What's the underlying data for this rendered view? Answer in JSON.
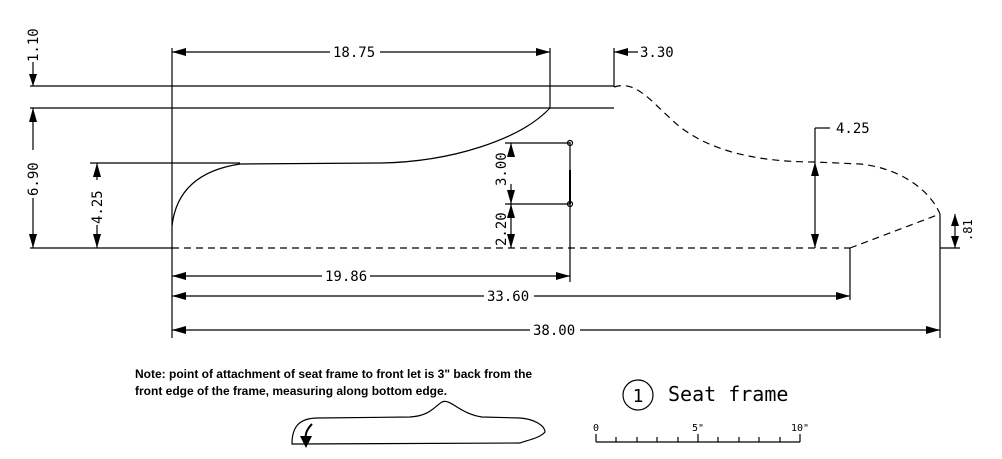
{
  "dimensions": {
    "top_1875": "18.75",
    "top_330": "3.30",
    "left_110": "1.10",
    "left_690": "6.90",
    "left_425": "4.25",
    "mid_300": "3.00",
    "mid_220": "2.20",
    "right_425": "4.25",
    "right_81": ".81",
    "bottom_1986": "19.86",
    "bottom_3360": "33.60",
    "bottom_3800": "38.00"
  },
  "note": {
    "line1": "Note: point of attachment of seat frame to front let is 3\" back from the",
    "line2": "front edge of the frame, measuring along bottom edge."
  },
  "title_block": {
    "number": "1",
    "title": "Seat frame"
  },
  "scale_bar": {
    "labels": [
      "0",
      "5\"",
      "10\""
    ]
  },
  "colors": {
    "ink": "#000000",
    "paper": "#ffffff"
  }
}
